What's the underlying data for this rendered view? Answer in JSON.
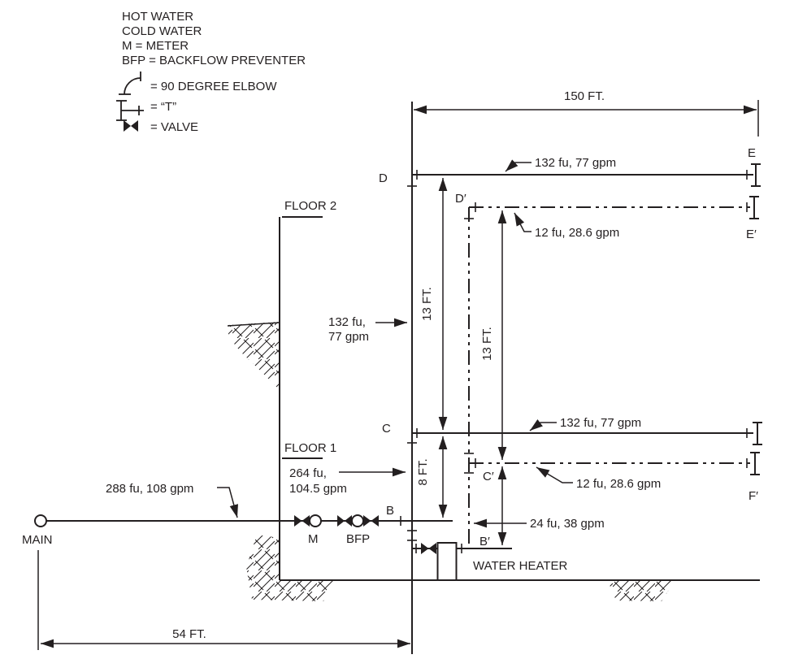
{
  "colors": {
    "ink": "#231f20",
    "paper": "#ffffff"
  },
  "legend": {
    "hot_water": "HOT WATER",
    "cold_water": "COLD WATER",
    "meter": "M = METER",
    "bfp": "BFP = BACKFLOW PREVENTER",
    "elbow": "= 90 DEGREE ELBOW",
    "tee": "= “T”",
    "valve": "= VALVE"
  },
  "dimensions": {
    "top_run": "150 FT.",
    "service_run": "54 FT.",
    "d_to_c": "13 FT.",
    "dp_to_cp": "13 FT.",
    "c_to_b": "8 FT."
  },
  "floors": {
    "floor2": "FLOOR 2",
    "floor1": "FLOOR 1"
  },
  "equipment": {
    "main": "MAIN",
    "meter": "M",
    "bfp": "BFP",
    "water_heater": "WATER HEATER"
  },
  "points": {
    "b": "B",
    "b_prime": "B′",
    "c": "C",
    "c_prime": "C′",
    "d": "D",
    "d_prime": "D′",
    "e": "E",
    "e_prime": "E′",
    "f_prime": "F′"
  },
  "flows": {
    "service": "288 fu, 108 gpm",
    "riser_b_to_c_line1": "264 fu,",
    "riser_b_to_c_line2": "104.5 gpm",
    "riser_c_to_d_line1": "132 fu,",
    "riser_c_to_d_line2": "77 gpm",
    "branch_d": "132 fu, 77 gpm",
    "branch_c": "132 fu, 77 gpm",
    "branch_d_prime": "12 fu, 28.6 gpm",
    "branch_c_prime": "12 fu, 28.6 gpm",
    "hot_riser": "24 fu, 38 gpm"
  }
}
